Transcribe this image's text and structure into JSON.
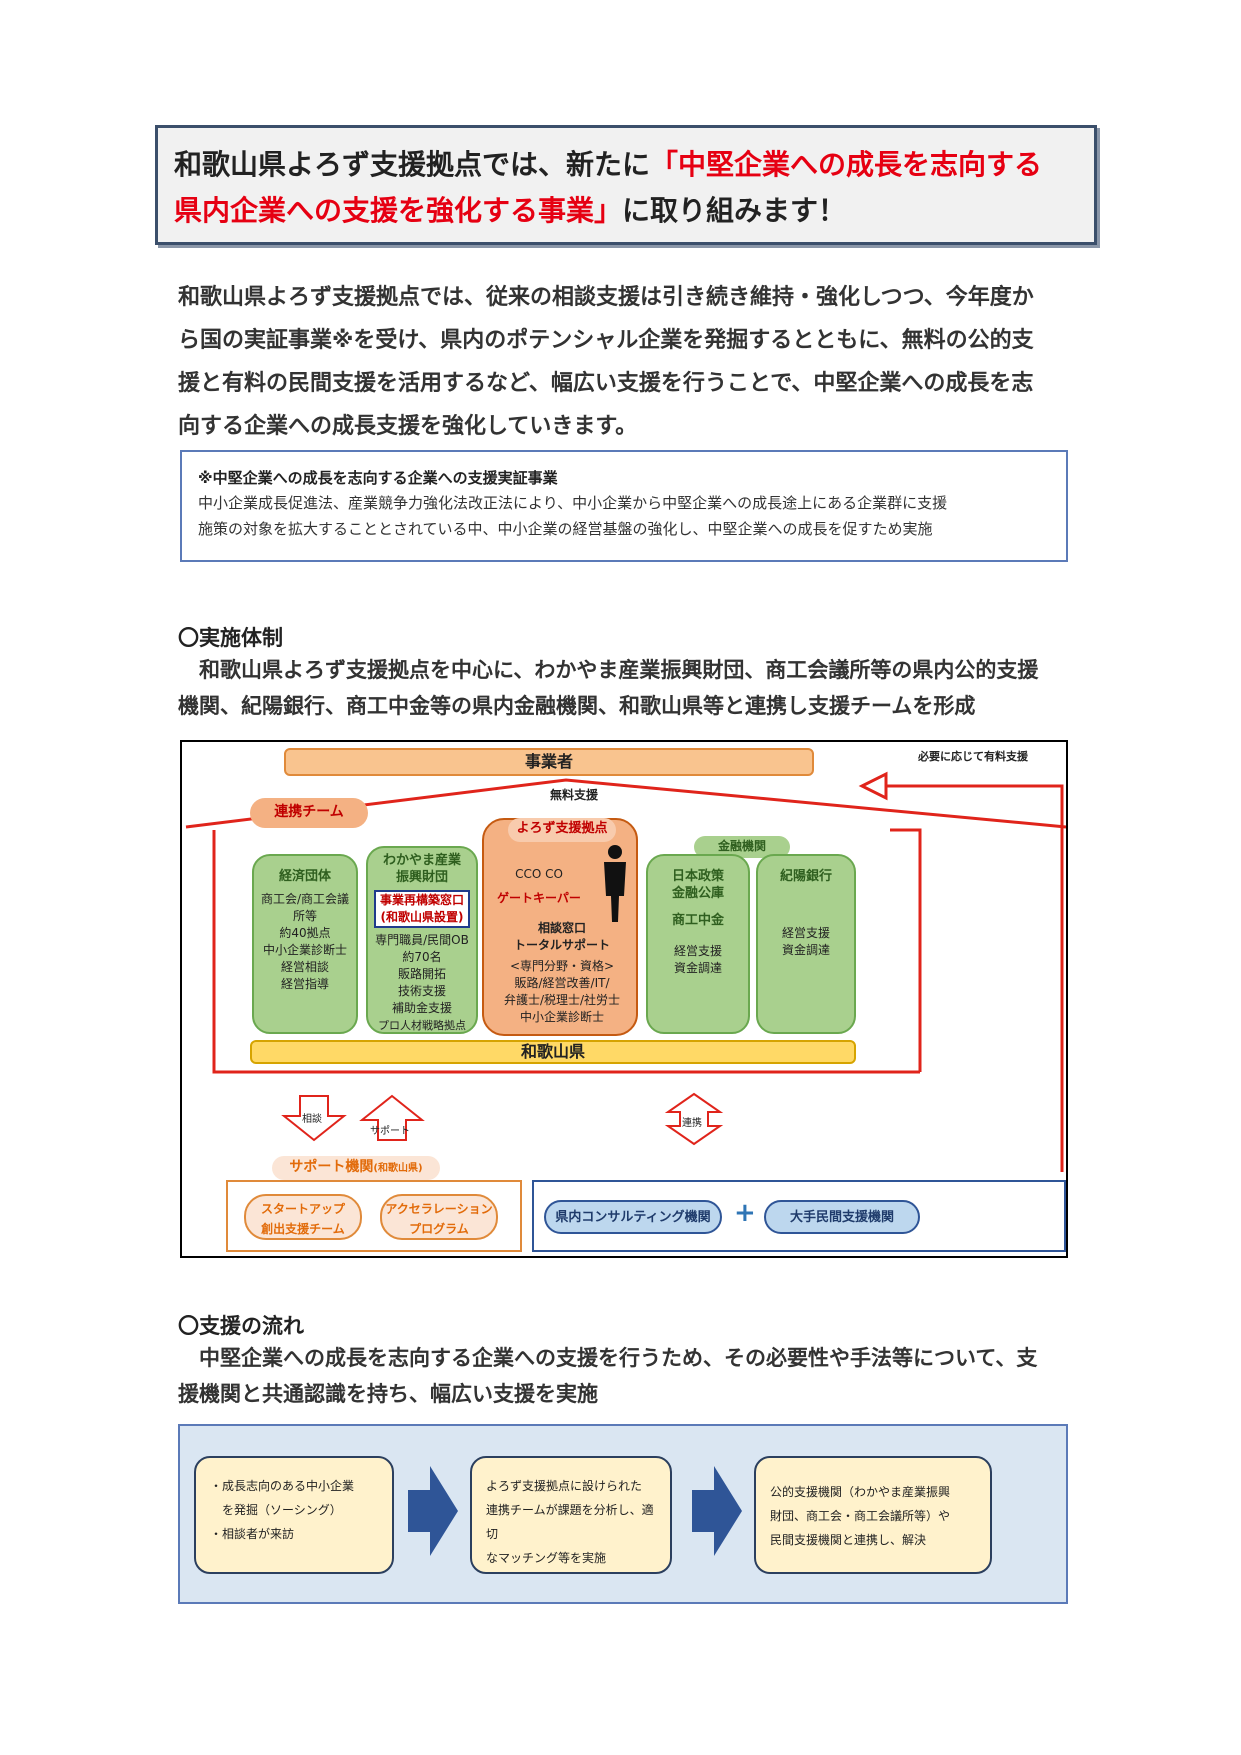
{
  "title": {
    "line1_prefix": "和歌山県よろず支援拠点では、新たに",
    "line1_red": "「中堅企業への成長を志向する",
    "line2_red": "県内企業への支援を強化する事業」",
    "line2_suffix": "に取り組みます！"
  },
  "intro": {
    "lines": [
      "和歌山県よろず支援拠点では、従来の相談支援は引き続き維持・強化しつつ、今年度か",
      "ら国の実証事業※を受け、県内のポテンシャル企業を発掘するとともに、無料の公的支",
      "援と有料の民間支援を活用するなど、幅広い支援を行うことで、中堅企業への成長を志",
      "向する企業への成長支援を強化していきます。"
    ]
  },
  "note": {
    "title": "※中堅企業への成長を志向する企業への支援実証事業",
    "lines": [
      "中小企業成長促進法、産業競争力強化法改正法により、中小企業から中堅企業への成長途上にある企業群に支援",
      "施策の対象を拡大することとされている中、中小企業の経営基盤の強化し、中堅企業への成長を促すため実施"
    ]
  },
  "section1": {
    "heading": "〇実施体制",
    "lines": [
      "　和歌山県よろず支援拠点を中心に、わかやま産業振興財団、商工会議所等の県内公的支援",
      "機関、紀陽銀行、商工中金等の県内金融機関、和歌山県等と連携し支援チームを形成"
    ]
  },
  "diagram1": {
    "top_bar": "事業者",
    "paid_support": "必要に応じて有料支援",
    "free_support": "無料支援",
    "team_label": "連携チーム",
    "col_economic": {
      "head": "経済団体",
      "lines": [
        "商工会/商工会議",
        "所等",
        "約40拠点",
        "中小企業診断士",
        "経営相談",
        "経営指導"
      ]
    },
    "col_wakayama": {
      "head_lines": [
        "わかやま産業",
        "振興財団"
      ],
      "box_lines": [
        "事業再構築窓口",
        "(和歌山県設置)"
      ],
      "lines": [
        "専門職員/民間OB",
        "約70名",
        "販路開拓",
        "技術支援",
        "補助金支援",
        "プロ人材戦略拠点"
      ]
    },
    "col_yorozu": {
      "head": "よろず支援拠点",
      "cco": "CCO CO",
      "gatekeeper": "ゲートキーパー",
      "lines_bold": [
        "相談窓口",
        "トータルサポート"
      ],
      "lines": [
        "<専門分野・資格>",
        "販路/経営改善/IT/",
        "弁護士/税理士/社労士",
        "中小企業診断士"
      ]
    },
    "finance_label": "金融機関",
    "col_jfc": {
      "head_lines": [
        "日本政策",
        "金融公庫"
      ],
      "head2": "商工中金",
      "lines": [
        "経営支援",
        "資金調達"
      ]
    },
    "col_kiyo": {
      "head": "紀陽銀行",
      "lines": [
        "経営支援",
        "資金調達"
      ]
    },
    "prefecture_bar": "和歌山県",
    "arrow_consult": "相談",
    "arrow_support": "サポート",
    "arrow_link": "連携",
    "support_org_label": "サポート機関",
    "support_org_sub": "(和歌山県)",
    "startup_lines": [
      "スタートアップ",
      "創出支援チーム"
    ],
    "accel_lines": [
      "アクセラレーション",
      "プログラム"
    ],
    "consulting": "県内コンサルティング機関",
    "plus": "+",
    "major_private": "大手民間支援機関"
  },
  "section2": {
    "heading": "〇支援の流れ",
    "lines": [
      "　中堅企業への成長を志向する企業への支援を行うため、その必要性や手法等について、支",
      "援機関と共通認識を持ち、幅広い支援を実施"
    ]
  },
  "flow": {
    "box1": [
      "・成長志向のある中小企業",
      "　を発掘（ソーシング）",
      "・相談者が来訪"
    ],
    "box2": [
      "よろず支援拠点に設けられた",
      "連携チームが課題を分析し、適切",
      "なマッチング等を実施"
    ],
    "box3": [
      "公的支援機関（わかやま産業振興",
      "財団、商工会・商工会議所等）や",
      "民間支援機関と連携し、解決"
    ]
  },
  "colors": {
    "accent_red": "#e60012",
    "navy": "#3b4f6b",
    "green": "#a9d08e",
    "peach": "#f4b183",
    "orange": "#f9c48f",
    "flow_arrow": "#2f5597"
  }
}
